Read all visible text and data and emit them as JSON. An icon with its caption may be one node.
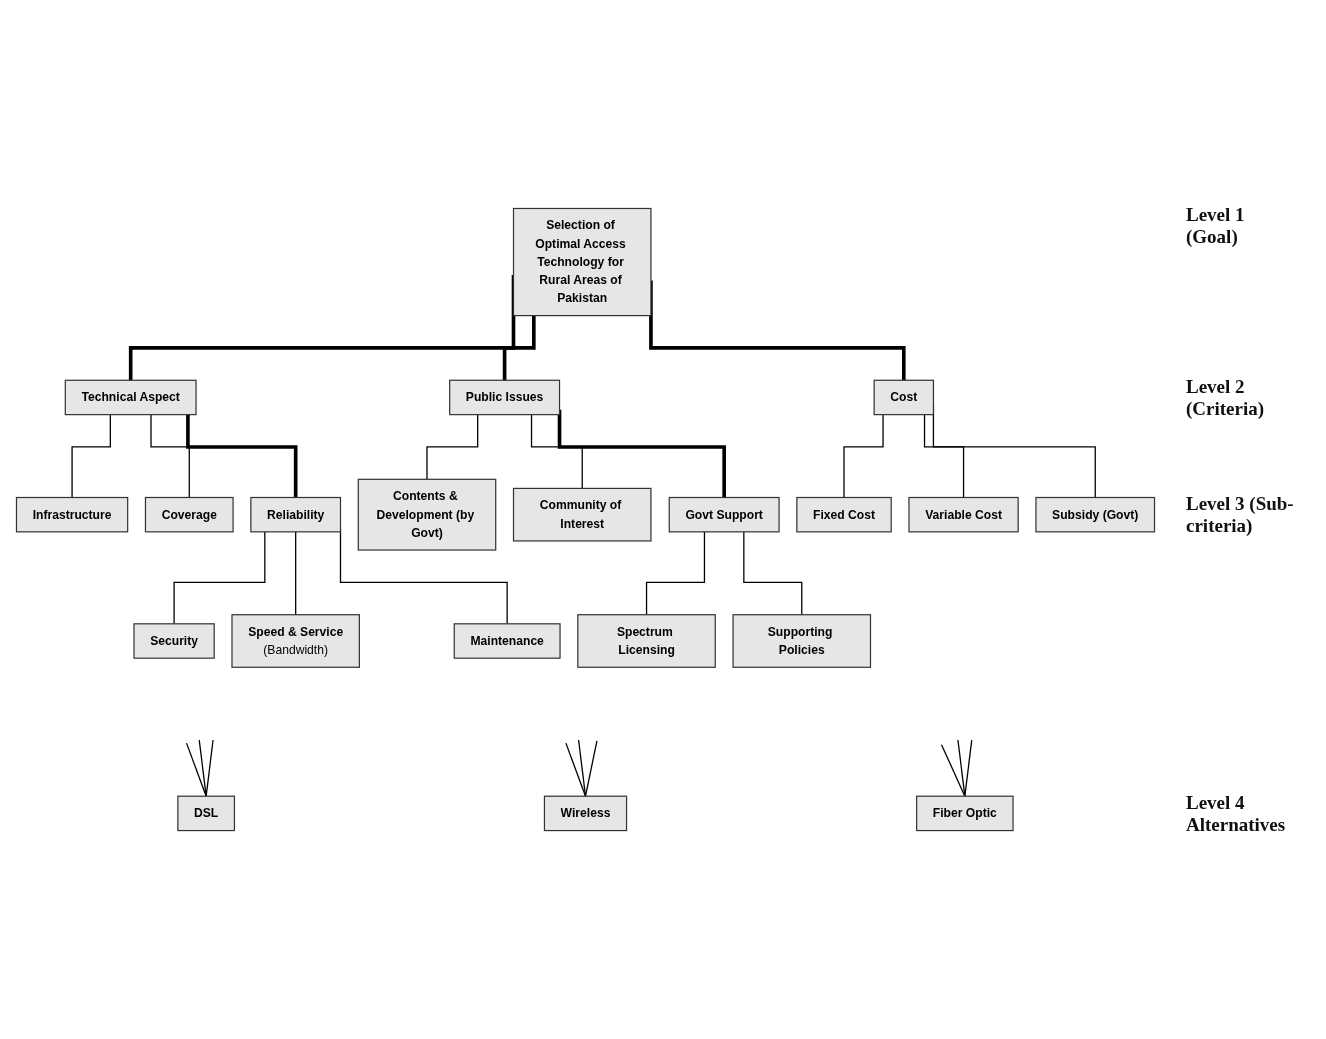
{
  "diagram": {
    "nodes": [
      {
        "text": [
          "Selection of Optimal Access Technology for Rural Areas of Pakistan"
        ]
      },
      {
        "text": [
          "Technical Aspect"
        ]
      },
      {
        "text": [
          "Infrastructure"
        ]
      },
      {
        "text": [
          "Coverage"
        ]
      },
      {
        "text": [
          "Reliability"
        ]
      },
      {
        "text": [
          "Security"
        ]
      },
      {
        "text": [
          "Speed & Service",
          "(Bandwidth)"
        ]
      },
      {
        "text": [
          "Maintenance"
        ]
      },
      {
        "text": [
          "Public Issues"
        ]
      },
      {
        "text": [
          "Contents & Development (by Govt)"
        ]
      },
      {
        "text": [
          "Community of Interest"
        ]
      },
      {
        "text": [
          "Govt Support"
        ]
      },
      {
        "text": [
          "Spectrum Licensing"
        ]
      },
      {
        "text": [
          "Supporting Policies"
        ]
      },
      {
        "text": [
          "Cost"
        ]
      },
      {
        "text": [
          "Fixed Cost"
        ]
      },
      {
        "text": [
          "Variable Cost"
        ]
      },
      {
        "text": [
          "Subsidy (Govt)"
        ]
      },
      {
        "text": [
          "DSL"
        ]
      },
      {
        "text": [
          "Wireless"
        ]
      },
      {
        "text": [
          "Fiber Optic"
        ]
      }
    ],
    "edges": [
      {
        "from": 0,
        "to": 1,
        "arrow": "none",
        "style": "thick"
      },
      {
        "from": 0,
        "to": 8,
        "arrow": "none",
        "style": "thick"
      },
      {
        "from": 0,
        "to": 14,
        "arrow": "none",
        "style": "thick"
      },
      {
        "from": 1,
        "to": 2,
        "arrow": "none"
      },
      {
        "from": 1,
        "to": 3,
        "arrow": "none"
      },
      {
        "from": 1,
        "to": 4,
        "arrow": "none",
        "style": "thick"
      },
      {
        "from": 4,
        "to": 5,
        "arrow": "none"
      },
      {
        "from": 4,
        "to": 6,
        "arrow": "none"
      },
      {
        "from": 4,
        "to": 7,
        "arrow": "none"
      },
      {
        "from": 8,
        "to": 9,
        "arrow": "none"
      },
      {
        "from": 8,
        "to": 10,
        "arrow": "none"
      },
      {
        "from": 8,
        "to": 11,
        "arrow": "none",
        "style": "thick"
      },
      {
        "from": 11,
        "to": 12,
        "arrow": "none"
      },
      {
        "from": 11,
        "to": 13,
        "arrow": "none"
      },
      {
        "from": 14,
        "to": 15,
        "arrow": "none"
      },
      {
        "from": 14,
        "to": 16,
        "arrow": "none"
      },
      {
        "from": 14,
        "to": 17,
        "arrow": "none"
      },
      {
        "from": null,
        "to": 18,
        "arrow": "none"
      },
      {
        "from": null,
        "to": 18,
        "arrow": "none"
      },
      {
        "from": null,
        "to": 18,
        "arrow": "none"
      },
      {
        "from": null,
        "to": 19,
        "arrow": "none"
      },
      {
        "from": null,
        "to": 19,
        "arrow": "none"
      },
      {
        "from": null,
        "to": 19,
        "arrow": "none"
      },
      {
        "from": null,
        "to": 20,
        "arrow": "none"
      },
      {
        "from": null,
        "to": 20,
        "arrow": "none"
      },
      {
        "from": null,
        "to": 20,
        "arrow": "none"
      }
    ],
    "labels": [
      "Level 1 (Goal)",
      "Level 2 (Criteria)",
      "Level 3 (Sub-criteria)",
      "Level 4 Alternatives"
    ]
  }
}
